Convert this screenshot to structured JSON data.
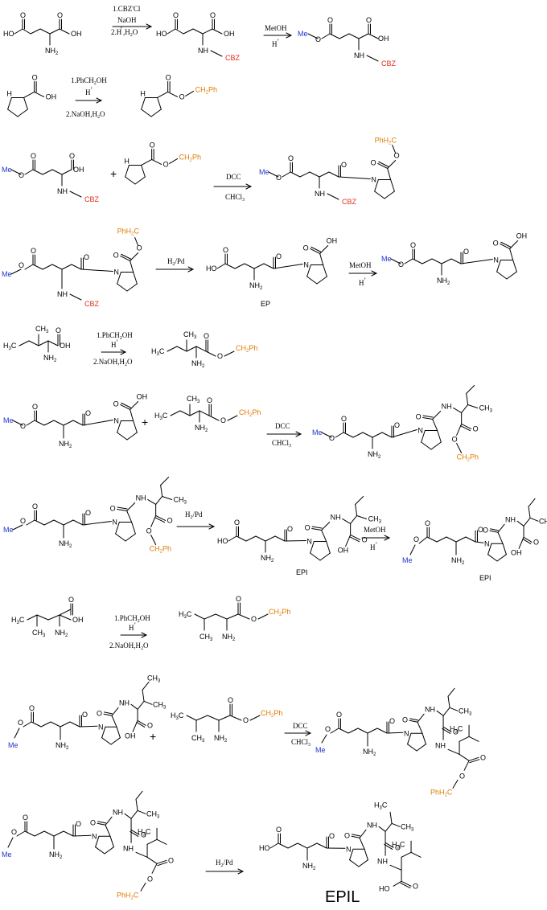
{
  "labels": {
    "cbz": "CBZ",
    "me": "Me",
    "ch2ph": "CH",
    "ch2ph_sub": "2",
    "ch2ph_tail": "Ph",
    "phh2c": "PhH",
    "phh2c_sub": "2",
    "phh2c_tail": "C",
    "o": "O",
    "oh": "OH",
    "ho": "HO",
    "nh": "NH",
    "nh2": "NH",
    "nh2_sub": "2",
    "n": "N",
    "h": "H",
    "ch3": "CH",
    "ch3_sub": "3",
    "h3c": "H",
    "h3c_sub": "3",
    "h3c_tail": "C",
    "plus": "+"
  },
  "conditions": {
    "r1_a": "1.CBZ'Cl",
    "r1_b": "NaOH",
    "r1_c": "2.H",
    "r1_c2": ",H",
    "r1_c_sub": "2",
    "r1_c_tail": "O",
    "r1_plus": "+",
    "r2_a": "MetOH",
    "r2_b": "H",
    "r3_a": "1.PhCH",
    "r3_a_sub": "2",
    "r3_a_tail": "OH",
    "r3_b": "H",
    "r3_c": "2.NaOH,H",
    "r3_c_sub": "2",
    "r3_c_tail": "O",
    "r4_a": "DCC",
    "r4_b": "CHCl",
    "r4_b_sub": "3",
    "r5_a": "H",
    "r5_a_sub": "2",
    "r5_a_tail": "/Pd",
    "r6_a": "MetOH",
    "r6_b": "H",
    "r7_a": "1.PhCH",
    "r7_a_sub": "2",
    "r7_a_tail": "OH",
    "r7_b": "H",
    "r7_c": "2.NaOH,H",
    "r7_c_sub": "2",
    "r7_c_tail": "O",
    "r8_a": "DCC",
    "r8_b": "CHCl",
    "r8_b_sub": "3",
    "r9_a": "H",
    "r9_a_sub": "2",
    "r9_a_tail": "/Pd",
    "r10_a": "MetOH",
    "r10_b": "H",
    "r11_a": "1.PhCH",
    "r11_a_sub": "2",
    "r11_a_tail": "OH",
    "r11_b": "H",
    "r11_c": "2.NaOH,H",
    "r11_c_sub": "2",
    "r11_c_tail": "O",
    "r12_a": "DCC",
    "r12_b": "CHCl",
    "r12_b_sub": "3",
    "r13_a": "H",
    "r13_a_sub": "2",
    "r13_a_tail": "/Pd"
  },
  "compound_names": {
    "ep": "EP",
    "epi_1": "EPI",
    "epi_2": "EPI",
    "epil": "EPIL"
  },
  "colors": {
    "bond": "#000000",
    "cbz": "#e0301e",
    "benzyl": "#e07b00",
    "methyl": "#2233cc"
  }
}
